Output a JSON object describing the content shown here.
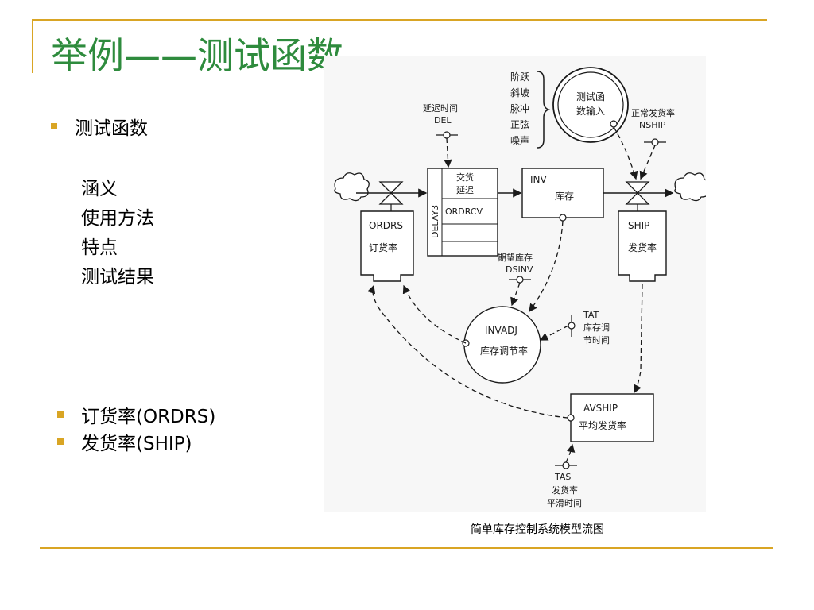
{
  "title": "举例——测试函数",
  "bullets_top": [
    {
      "label": "测试函数"
    }
  ],
  "sub_items": [
    "涵义",
    "使用方法",
    "特点",
    "测试结果"
  ],
  "bullets_bottom": [
    {
      "label": "订货率(ORDRS)"
    },
    {
      "label": "发货率(SHIP)"
    }
  ],
  "diagram": {
    "test_inputs": [
      "阶跃",
      "斜坡",
      "脉冲",
      "正弦",
      "噪声"
    ],
    "test_func": [
      "测试函",
      "数输入"
    ],
    "del_label": [
      "延迟时间",
      "DEL"
    ],
    "nship_label": [
      "正常发货率",
      "NSHIP"
    ],
    "delay_box": {
      "side": "DELAY3",
      "top": [
        "交货",
        "延迟"
      ],
      "mid": "ORDRCV"
    },
    "inv": {
      "code": "INV",
      "name": "库存"
    },
    "ordrs": {
      "code": "ORDRS",
      "name": "订货率"
    },
    "ship": {
      "code": "SHIP",
      "name": "发货率"
    },
    "dsinv_label": [
      "期望库存",
      "DSINV"
    ],
    "invadj": {
      "code": "INVADJ",
      "name": "库存调节率"
    },
    "tat_label": [
      "TAT",
      "库存调",
      "节时间"
    ],
    "avship": {
      "code": "AVSHIP",
      "name": "平均发货率"
    },
    "tas_label": [
      "TAS",
      "发货率",
      "平滑时间"
    ]
  },
  "caption": "简单库存控制系统模型流图",
  "colors": {
    "accent": "#d9a524",
    "title": "#2e8b3d"
  }
}
